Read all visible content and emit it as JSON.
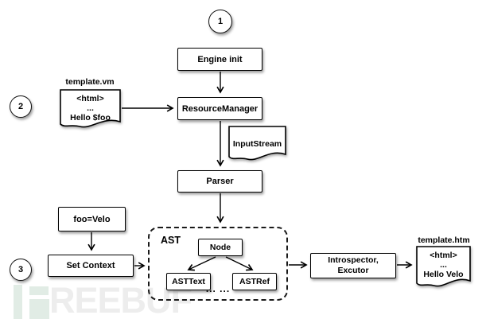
{
  "steps": {
    "one": "1",
    "two": "2",
    "three": "3"
  },
  "nodes": {
    "engine_init": "Engine init",
    "resource_manager": "ResourceManager",
    "parser": "Parser",
    "foo_velo": "foo=Velo",
    "set_context": "Set Context",
    "introspector_line1": "Introspector,",
    "introspector_line2": "Excutor"
  },
  "docs": {
    "template_vm": {
      "label": "template.vm",
      "lines": [
        "<html>",
        "...",
        "Hello $foo"
      ]
    },
    "input_stream": {
      "label": "InputStream"
    },
    "template_htm": {
      "label": "template.htm",
      "lines": [
        "<html>",
        "...",
        "Hello Velo"
      ]
    }
  },
  "ast": {
    "label": "AST",
    "node": "Node",
    "ast_text": "ASTText",
    "ast_ref": "ASTRef",
    "dots": "... ..."
  },
  "watermark": {
    "text": "REEBUF",
    "accent_color": "#e1ece5",
    "text_color": "#ededed"
  }
}
